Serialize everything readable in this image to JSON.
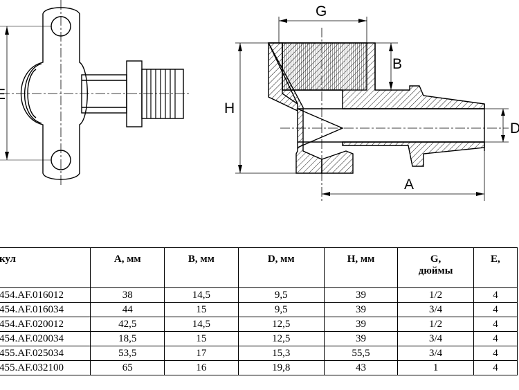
{
  "drawing": {
    "labels": {
      "g": "G",
      "b": "B",
      "h": "H",
      "d": "D",
      "a": "A",
      "e": "E"
    }
  },
  "table": {
    "headers": [
      "кул",
      "A, мм",
      "B, мм",
      "D, мм",
      "H, мм",
      "G, дюймы",
      "E,"
    ],
    "rows": [
      [
        "454.AF.016012",
        "38",
        "14,5",
        "9,5",
        "39",
        "1/2",
        "4"
      ],
      [
        "454.AF.016034",
        "44",
        "15",
        "9,5",
        "39",
        "3/4",
        "4"
      ],
      [
        "454.AF.020012",
        "42,5",
        "14,5",
        "12,5",
        "39",
        "1/2",
        "4"
      ],
      [
        "454.AF.020034",
        "18,5",
        "15",
        "12,5",
        "39",
        "3/4",
        "4"
      ],
      [
        "455.AF.025034",
        "53,5",
        "17",
        "15,3",
        "55,5",
        "3/4",
        "4"
      ],
      [
        "455.AF.032100",
        "65",
        "16",
        "19,8",
        "43",
        "1",
        "4"
      ]
    ]
  }
}
